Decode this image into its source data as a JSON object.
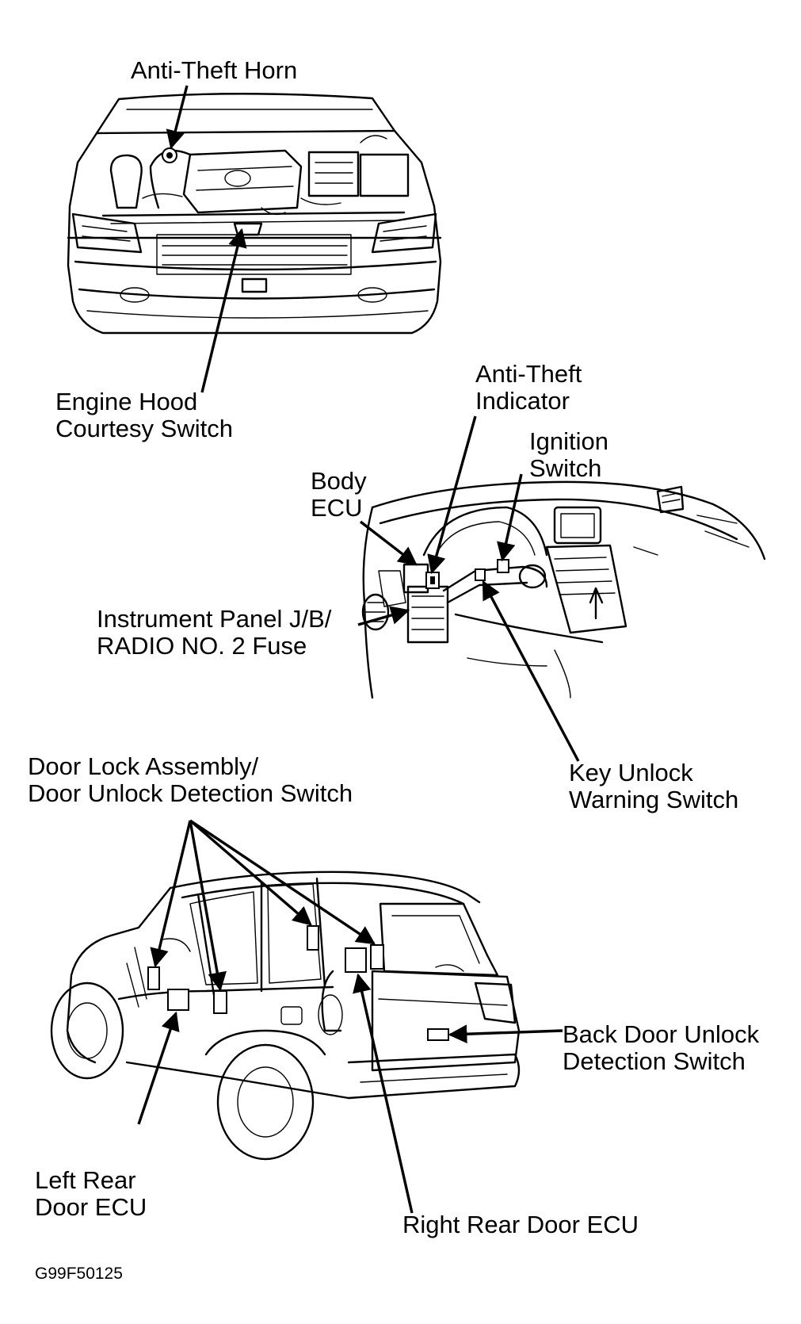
{
  "labels": {
    "anti_theft_horn": [
      "Anti-Theft Horn"
    ],
    "engine_hood_courtesy_switch": [
      "Engine Hood",
      "Courtesy Switch"
    ],
    "anti_theft_indicator": [
      "Anti-Theft",
      "Indicator"
    ],
    "ignition_switch": [
      "Ignition",
      "Switch"
    ],
    "body_ecu": [
      "Body",
      "ECU"
    ],
    "instrument_panel_jb": [
      "Instrument Panel J/B/",
      "RADIO NO. 2 Fuse"
    ],
    "key_unlock_warning_switch": [
      "Key Unlock",
      "Warning Switch"
    ],
    "door_lock_assembly": [
      "Door Lock Assembly/",
      "Door Unlock Detection Switch"
    ],
    "back_door_unlock_detection_switch": [
      "Back Door Unlock",
      "Detection Switch"
    ],
    "left_rear_door_ecu": [
      "Left Rear",
      "Door ECU"
    ],
    "right_rear_door_ecu": [
      "Right Rear Door ECU"
    ]
  },
  "figure_code": "G99F50125"
}
